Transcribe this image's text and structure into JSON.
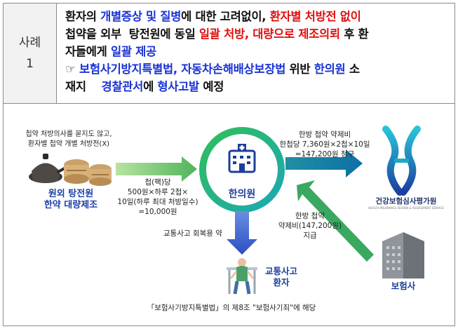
{
  "case": {
    "label_top": "사례",
    "label_num": "1"
  },
  "text": {
    "l1_a": "환자의 ",
    "l1_b": "개별증상 및 질병",
    "l1_c": "에 대한 고려없이, ",
    "l1_d": "환자별 처방전 없이",
    "l2_a": "첩약을 외부  탕전원에 동일 ",
    "l2_b": "일괄 처방, 대량으로 제조의뢰",
    "l2_c": " 후 환",
    "l3_a": "자들에게 ",
    "l3_b": "일괄 제공",
    "l4_a": "☞ ",
    "l4_b": "보험사기방지특별법, 자동차손해배상보장법",
    "l4_c": " 위반 ",
    "l4_d": "한의원",
    "l4_e": " 소",
    "l5_a": "재지    ",
    "l5_b": "경찰관서",
    "l5_c": "에 ",
    "l5_d": "형사고발",
    "l5_e": " 예정"
  },
  "diagram": {
    "left_note_1": "첩약 처방의사를 묻지도 않고,",
    "left_note_2": "환자별 첩약 개별 처방전(X)",
    "pharmacy_1": "원외 탕전원",
    "pharmacy_2": "한약 대량제조",
    "arrow1_1": "첩(팩)당",
    "arrow1_2": "500원×하루 2첩×",
    "arrow1_3": "10일(하루 최대 처방일수)",
    "arrow1_4": "=10,000원",
    "clinic": "한의원",
    "claim_1": "한방 첩약 약제비",
    "claim_2": "한첩당 7,360원×2첩×10일",
    "claim_3": "=147,200원 청구",
    "hira_name": "건강보험심사평가원",
    "hira_sub": "HEALTH INSURANCE REVIEW & ASSESSMENT SERVICE",
    "pay_1": "한방 첩약",
    "pay_2": "약제비(147,200원)",
    "pay_3": "지급",
    "patient_note": "교통사고 회복용 약",
    "patient_1": "교통사고",
    "patient_2": "환자",
    "insurer": "보험사",
    "footnote": "「보험사기방지특별법」의 제8조 \"보험사기죄\"에 해당"
  }
}
